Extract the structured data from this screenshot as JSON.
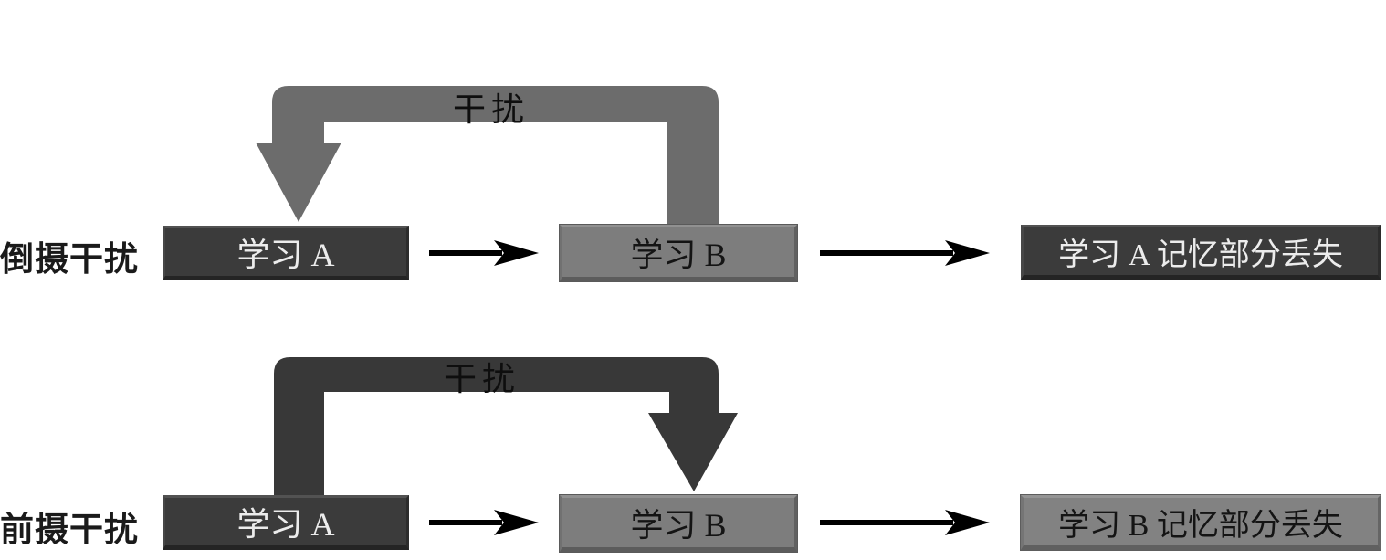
{
  "diagram": {
    "rows": [
      {
        "label": "倒摄干扰",
        "interference_label": "干扰",
        "interference_direction": "from 学习 B back to 学习 A",
        "boxes": [
          {
            "text": "学习 A",
            "variant": "dark"
          },
          {
            "text": "学习 B",
            "variant": "gray"
          },
          {
            "text": "学习 A 记忆部分丢失",
            "variant": "dark"
          }
        ]
      },
      {
        "label": "前摄干扰",
        "interference_label": "干扰",
        "interference_direction": "from 学习 A forward to 学习 B",
        "boxes": [
          {
            "text": "学习 A",
            "variant": "dark"
          },
          {
            "text": "学习 B",
            "variant": "gray"
          },
          {
            "text": "学习 B 记忆部分丢失",
            "variant": "gray-light"
          }
        ]
      }
    ],
    "colors": {
      "background": "#ffffff",
      "dark_box": "#3b3b3b",
      "gray_box": "#7d7d7d",
      "gray_light_box": "#828282",
      "light_text": "#ececec",
      "dark_text": "#141414",
      "retroactive_arrow": "#6c6c6c",
      "proactive_arrow": "#383838",
      "flow_arrow": "#000000"
    }
  }
}
